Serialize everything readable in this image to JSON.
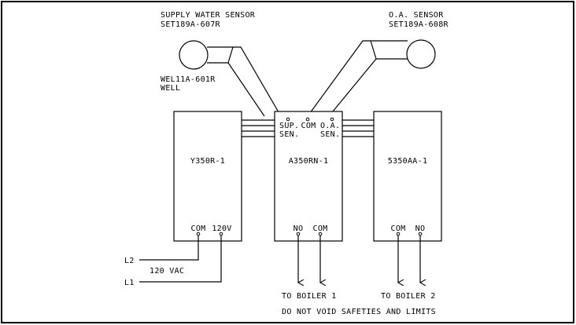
{
  "sensors": {
    "supply": {
      "name": "SUPPLY WATER SENSOR",
      "part": "SET189A-607R"
    },
    "oa": {
      "name": "O.A. SENSOR",
      "part": "SET189A-608R"
    },
    "well": {
      "part": "WEL11A-601R",
      "name": "WELL"
    }
  },
  "modules": {
    "left": {
      "label": "Y350R-1",
      "term_a": "COM",
      "term_b": "120V"
    },
    "center": {
      "label": "A350RN-1",
      "sup_line1": "SUP.",
      "sup_line2": "SEN.",
      "com": "COM",
      "oa_line1": "O.A.",
      "oa_line2": "SEN.",
      "term_a": "NO",
      "term_b": "COM"
    },
    "right": {
      "label": "5350AA-1",
      "term_a": "COM",
      "term_b": "NO"
    }
  },
  "power": {
    "l2": "L2",
    "l1": "L1",
    "voltage": "120 VAC"
  },
  "outputs": {
    "boiler1": "TO BOILER 1",
    "boiler2": "TO BOILER 2"
  },
  "note": "DO NOT VOID SAFETIES AND LIMITS"
}
